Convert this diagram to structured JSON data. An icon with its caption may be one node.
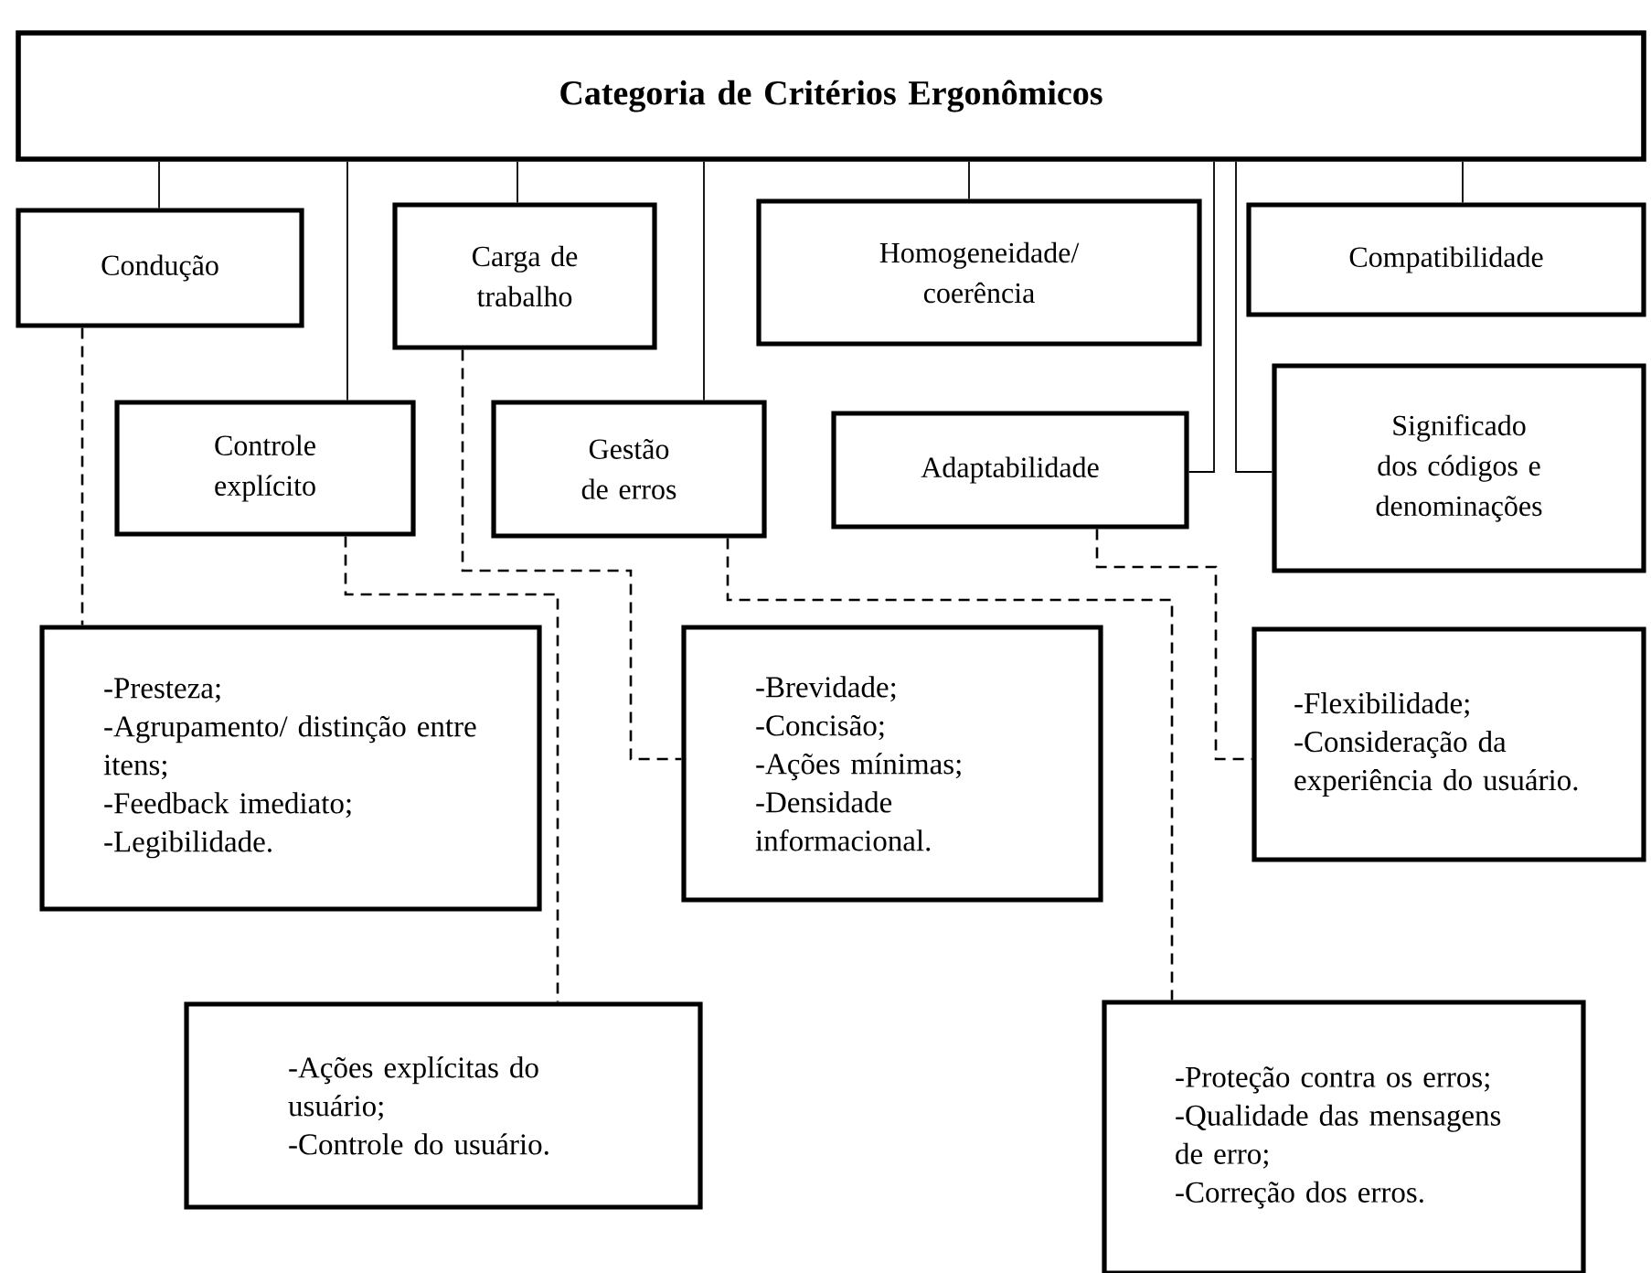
{
  "diagram": {
    "nodes": [
      {
        "text": [
          "Categoria de Critérios Ergonômicos"
        ]
      },
      {
        "text": [
          "Condução"
        ]
      },
      {
        "text": [
          "Carga de trabalho"
        ]
      },
      {
        "text": [
          "Homogeneidade/ coerência"
        ]
      },
      {
        "text": [
          "Compatibilidade"
        ]
      },
      {
        "text": [
          "Controle explícito"
        ]
      },
      {
        "text": [
          "Gestão de erros"
        ]
      },
      {
        "text": [
          "Adaptabilidade"
        ]
      },
      {
        "text": [
          "Significado dos códigos e denominações"
        ]
      },
      {
        "text": [
          "-Presteza;",
          "-Agrupamento/ distinção entre itens;",
          "-Feedback imediato;",
          "-Legibilidade."
        ]
      },
      {
        "text": [
          "-Brevidade;",
          "-Concisão;",
          "-Ações mínimas;",
          "-Densidade informacional."
        ]
      },
      {
        "text": [
          "-Flexibilidade;",
          "-Consideração da experiência do usuário."
        ]
      },
      {
        "text": [
          "-Ações explícitas do usuário;",
          "-Controle do usuário."
        ]
      },
      {
        "text": [
          "-Proteção contra os erros;",
          "-Qualidade das mensagens de erro;",
          "-Correção dos erros."
        ]
      }
    ],
    "edges": [
      {
        "from": 0,
        "to": 1,
        "arrow": "none"
      },
      {
        "from": 0,
        "to": 5,
        "arrow": "none"
      },
      {
        "from": 0,
        "to": 2,
        "arrow": "none"
      },
      {
        "from": 0,
        "to": 6,
        "arrow": "none"
      },
      {
        "from": 0,
        "to": 3,
        "arrow": "none"
      },
      {
        "from": 0,
        "to": 7,
        "arrow": "none"
      },
      {
        "from": 0,
        "to": 8,
        "arrow": "none"
      },
      {
        "from": 0,
        "to": 4,
        "arrow": "none"
      },
      {
        "from": 1,
        "to": 9,
        "arrow": "none",
        "style": "dashed"
      },
      {
        "from": 5,
        "to": 12,
        "arrow": "none",
        "style": "dashed"
      },
      {
        "from": 2,
        "to": 10,
        "arrow": "none",
        "style": "dashed"
      },
      {
        "from": 6,
        "to": 13,
        "arrow": "none",
        "style": "dashed"
      },
      {
        "from": 7,
        "to": 11,
        "arrow": "none",
        "style": "dashed"
      }
    ]
  }
}
